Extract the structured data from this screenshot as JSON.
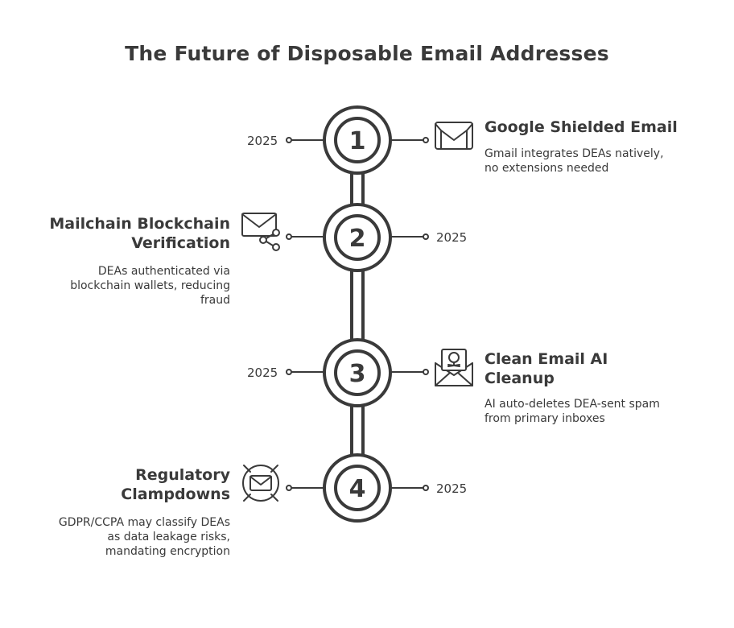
{
  "title": "The Future of Disposable Email Addresses",
  "milestones": [
    {
      "number": "1",
      "year": "2025",
      "heading": [
        "Google Shielded Email"
      ],
      "description": [
        "Gmail integrates DEAs natively,",
        "no extensions needed"
      ],
      "icon": "gmail-icon"
    },
    {
      "number": "2",
      "year": "2025",
      "heading": [
        "Mailchain Blockchain",
        "Verification"
      ],
      "description": [
        "DEAs authenticated via",
        "blockchain wallets, reducing",
        "fraud"
      ],
      "icon": "mail-share-icon"
    },
    {
      "number": "3",
      "year": "2025",
      "heading": [
        "Clean Email AI",
        "Cleanup"
      ],
      "description": [
        "AI auto-deletes DEA-sent spam",
        "from primary inboxes"
      ],
      "icon": "mail-skull-icon"
    },
    {
      "number": "4",
      "year": "2025",
      "heading": [
        "Regulatory",
        "Clampdowns"
      ],
      "description": [
        "GDPR/CCPA may classify DEAs",
        "as data leakage risks,",
        "mandating encryption"
      ],
      "icon": "mail-blocked-icon"
    }
  ],
  "colors": {
    "ink": "#3a3a3a",
    "background": "#ffffff"
  }
}
